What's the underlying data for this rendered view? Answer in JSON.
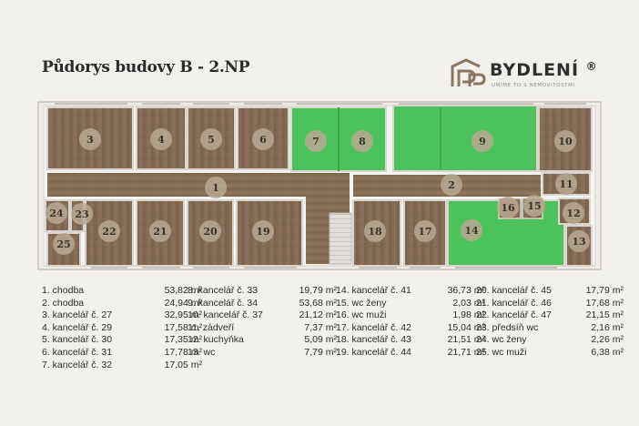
{
  "header": {
    "title": "Půdorys budovy B - 2.NP"
  },
  "logo": {
    "name": "BYDLENÍ",
    "registered": "®",
    "tagline": "UMÍME TO S NEMOVITOSTMI",
    "icon": "house-bp-logo-icon"
  },
  "colors": {
    "floor": "#8a7058",
    "highlight": "#4cc35a",
    "badge": "#b8a892",
    "wall": "#efece8"
  },
  "plan": {
    "room_numbers": [
      "1",
      "2",
      "3",
      "4",
      "5",
      "6",
      "7",
      "8",
      "9",
      "10",
      "11",
      "12",
      "13",
      "14",
      "15",
      "16",
      "17",
      "18",
      "19",
      "20",
      "21",
      "22",
      "23",
      "24",
      "25"
    ]
  },
  "legend": {
    "columns": [
      [
        {
          "label": "1. chodba",
          "value": "53,82 m²"
        },
        {
          "label": "2. chodba",
          "value": "24,94 m²"
        },
        {
          "label": "3. kancelář č. 27",
          "value": "32,95 m²"
        },
        {
          "label": "4. kancelář č. 29",
          "value": "17,58 m²"
        },
        {
          "label": "5. kancelář č. 30",
          "value": "17,35 m²"
        },
        {
          "label": "6. kancelář č. 31",
          "value": "17,78 m²"
        },
        {
          "label": "7. kancelář č. 32",
          "value": "17,05 m²"
        }
      ],
      [
        {
          "label": "8. kancelář č. 33",
          "value": "19,79 m²"
        },
        {
          "label": "9. kancelář č. 34",
          "value": "53,68 m²"
        },
        {
          "label": "10. kancelář č. 37",
          "value": "21,12 m²"
        },
        {
          "label": "11. zádveří",
          "value": "7,37 m²"
        },
        {
          "label": "12. kuchyňka",
          "value": "5,09 m²"
        },
        {
          "label": "13. wc",
          "value": "7,79 m²"
        }
      ],
      [
        {
          "label": "14. kancelář č. 41",
          "value": "36,73 m²"
        },
        {
          "label": "15. wc ženy",
          "value": "2,03 m²"
        },
        {
          "label": "16. wc muži",
          "value": "1,98 m²"
        },
        {
          "label": "17. kancelář č. 42",
          "value": "15,04 m²"
        },
        {
          "label": "18. kancelář č. 43",
          "value": "21,51 m²"
        },
        {
          "label": "19. kancelář č. 44",
          "value": "21,71 m²"
        }
      ],
      [
        {
          "label": "20. kancelář č. 45",
          "value": "17,79 m²"
        },
        {
          "label": "21. kancelář č. 46",
          "value": "17,68 m²"
        },
        {
          "label": "22. kancelář č. 47",
          "value": "21,15 m²"
        },
        {
          "label": "23. předsíň wc",
          "value": "2,16 m²"
        },
        {
          "label": "24. wc ženy",
          "value": "2,26 m²"
        },
        {
          "label": "25. wc muži",
          "value": "6,38 m²"
        }
      ]
    ]
  }
}
